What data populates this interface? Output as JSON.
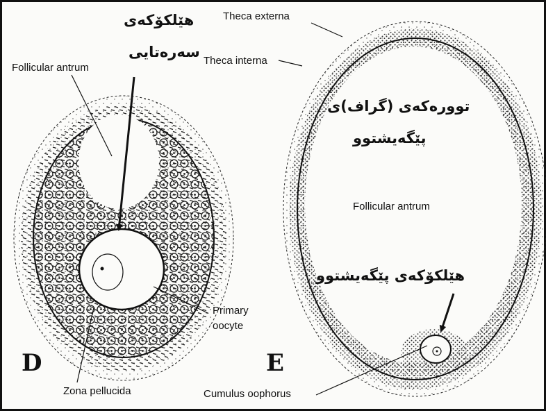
{
  "panels": {
    "d_letter": "D",
    "e_letter": "E"
  },
  "labels_d": {
    "follicular_antrum": "Follicular antrum",
    "primary_oocyte_line1": "Primary",
    "primary_oocyte_line2": "oocyte",
    "zona_pellucida": "Zona pellucida",
    "kurdish_line1": "هێلکۆکەی",
    "kurdish_line2": "سەرەتایی"
  },
  "labels_e": {
    "theca_externa": "Theca externa",
    "theca_interna": "Theca interna",
    "follicular_antrum": "Follicular antrum",
    "cumulus_oophorus": "Cumulus oophorus",
    "kurdish_follicle_line1": "توورەکەی (گراف)ی",
    "kurdish_follicle_line2": "پێگەیشتوو",
    "kurdish_oocyte": "هێلکۆکەی پێگەیشتوو"
  },
  "colors": {
    "ink": "#111111",
    "background": "#fbfbf9",
    "stipple": "#333333"
  }
}
